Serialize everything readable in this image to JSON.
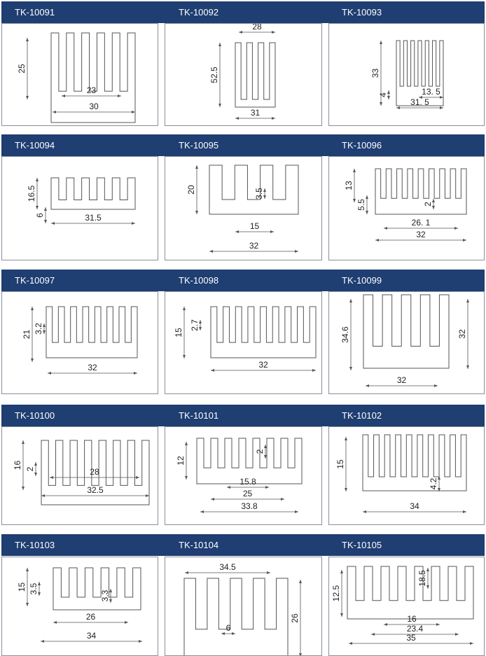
{
  "products": [
    {
      "code": "TK-10091",
      "dims": [
        "25",
        "23",
        "30"
      ]
    },
    {
      "code": "TK-10092",
      "dims": [
        "28",
        "52.5",
        "31"
      ]
    },
    {
      "code": "TK-10093",
      "dims": [
        "33",
        "4",
        "13. 5",
        "31. 5"
      ]
    },
    {
      "code": "TK-10094",
      "dims": [
        "16.5",
        "6",
        "31.5"
      ]
    },
    {
      "code": "TK-10095",
      "dims": [
        "20",
        "3.5",
        "15",
        "32"
      ]
    },
    {
      "code": "TK-10096",
      "dims": [
        "13",
        "5.5",
        "2",
        "26. 1",
        "32"
      ]
    },
    {
      "code": "TK-10097",
      "dims": [
        "21",
        "3.2",
        "32"
      ]
    },
    {
      "code": "TK-10098",
      "dims": [
        "15",
        "2.7",
        "32"
      ]
    },
    {
      "code": "TK-10099",
      "dims": [
        "34.6",
        "32",
        "32"
      ]
    },
    {
      "code": "TK-10100",
      "dims": [
        "16",
        "2",
        "28",
        "32.5"
      ]
    },
    {
      "code": "TK-10101",
      "dims": [
        "12",
        "2",
        "15.8",
        "25",
        "33.8"
      ]
    },
    {
      "code": "TK-10102",
      "dims": [
        "15",
        "4.2",
        "34"
      ]
    },
    {
      "code": "TK-10103",
      "dims": [
        "15",
        "3.5",
        "3.3",
        "26",
        "34"
      ]
    },
    {
      "code": "TK-10104",
      "dims": [
        "34.5",
        "26",
        "6"
      ]
    },
    {
      "code": "TK-10105",
      "dims": [
        "12.5",
        "18.5",
        "16",
        "23.4",
        "35"
      ]
    }
  ],
  "colors": {
    "header": "#1f3e72",
    "line": "#555555"
  }
}
